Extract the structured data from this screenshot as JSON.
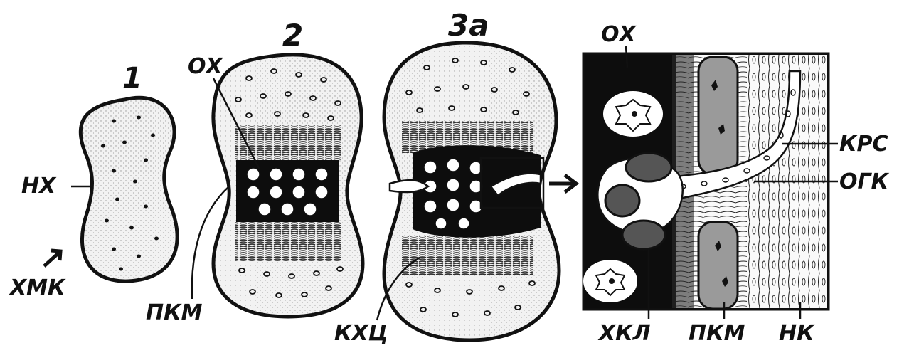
{
  "stages": {
    "s1": "1",
    "s2": "2",
    "s3": "3а"
  },
  "labels": {
    "nh": "НХ",
    "hmk": "ХМК",
    "pkm_left": "ПКМ",
    "oh_left": "ОХ",
    "khc": "КХЦ",
    "oh_right": "ОХ",
    "krs": "КРС",
    "ogk": "ОГК",
    "hkl": "ХКЛ",
    "pkm_right": "ПКМ",
    "nk": "НК"
  }
}
